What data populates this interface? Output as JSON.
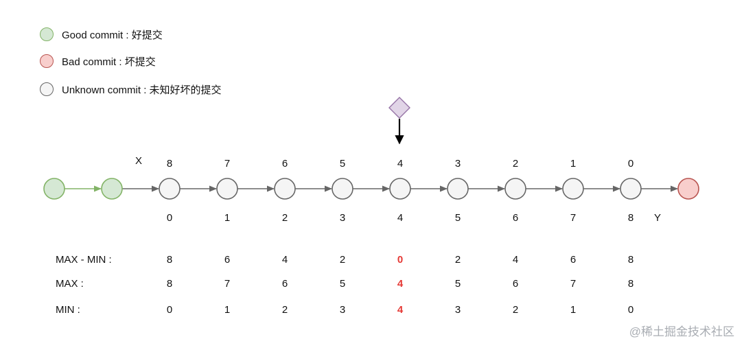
{
  "legend": [
    {
      "kind": "good",
      "label": "Good commit : 好提交"
    },
    {
      "kind": "bad",
      "label": "Bad commit : 坏提交"
    },
    {
      "kind": "unknown",
      "label": "Unknown commit : 未知好坏的提交"
    }
  ],
  "marker_x": "X",
  "marker_y": "Y",
  "top_labels": [
    "8",
    "7",
    "6",
    "5",
    "4",
    "3",
    "2",
    "1",
    "0"
  ],
  "bottom_labels": [
    "0",
    "1",
    "2",
    "3",
    "4",
    "5",
    "6",
    "7",
    "8"
  ],
  "commit_chain": [
    "good",
    "good",
    "unknown",
    "unknown",
    "unknown",
    "unknown",
    "unknown",
    "unknown",
    "unknown",
    "unknown",
    "unknown",
    "bad"
  ],
  "highlight_index": 4,
  "rows": [
    {
      "label": "MAX - MIN :",
      "values": [
        "8",
        "6",
        "4",
        "2",
        "0",
        "2",
        "4",
        "6",
        "8"
      ]
    },
    {
      "label": "MAX :",
      "values": [
        "8",
        "7",
        "6",
        "5",
        "4",
        "5",
        "6",
        "7",
        "8"
      ]
    },
    {
      "label": "MIN :",
      "values": [
        "0",
        "1",
        "2",
        "3",
        "4",
        "3",
        "2",
        "1",
        "0"
      ]
    }
  ],
  "colors": {
    "good_fill": "#d5e8d4",
    "good_stroke": "#82b366",
    "bad_fill": "#f8cecc",
    "bad_stroke": "#b85450",
    "unknown_fill": "#f5f5f5",
    "unknown_stroke": "#666666",
    "diamond_fill": "#e1d5e7",
    "diamond_stroke": "#9673a6",
    "highlight": "#e53935"
  },
  "watermark": "@稀土掘金技术社区"
}
